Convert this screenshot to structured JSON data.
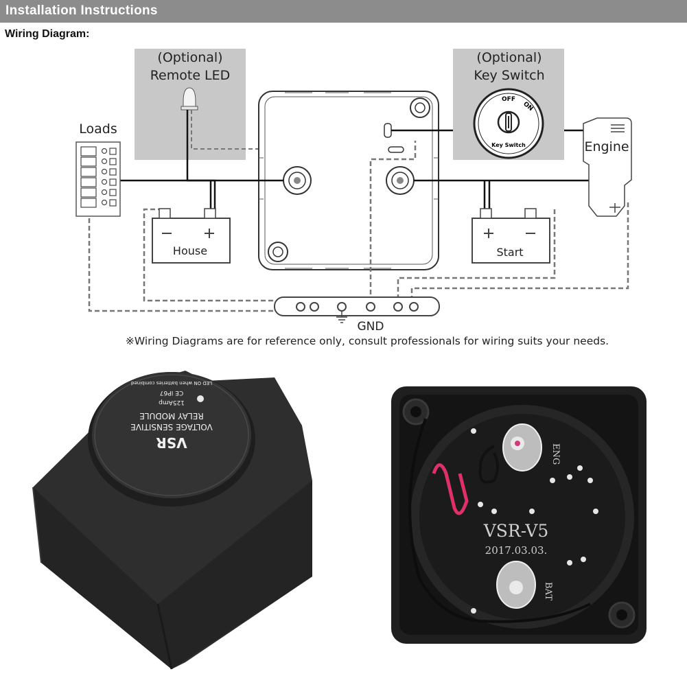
{
  "header": {
    "title": "Installation Instructions"
  },
  "section": {
    "title": "Wiring Diagram:"
  },
  "diagram": {
    "remote_led_line1": "(Optional)",
    "remote_led_line2": "Remote LED",
    "key_switch_line1": "(Optional)",
    "key_switch_line2": "Key Switch",
    "loads": "Loads",
    "engine": "Engine",
    "house": "House",
    "start": "Start",
    "gnd": "GND",
    "key_off": "OFF",
    "key_on": "ON",
    "key_label": "Key Switch",
    "note": "※Wiring Diagrams are for reference only, consult professionals for wiring suits your needs."
  },
  "product": {
    "cap_line1": "VSR",
    "cap_line2": "VOLTAGE SENSITIVE",
    "cap_line3": "RELAY MODULE",
    "cap_line4": "125Amp",
    "cap_line5": "CE IP67",
    "cap_line6": "LED ON when batteries combined",
    "board_model": "VSR-V5",
    "board_date": "2017.03.03.",
    "eng_label": "ENG",
    "bat_label": "BAT"
  },
  "colors": {
    "header": "#8c8c8c",
    "optional_box": "#c8c8c8",
    "housing": "#2b2b2b",
    "red_wire": "#e0306a"
  }
}
